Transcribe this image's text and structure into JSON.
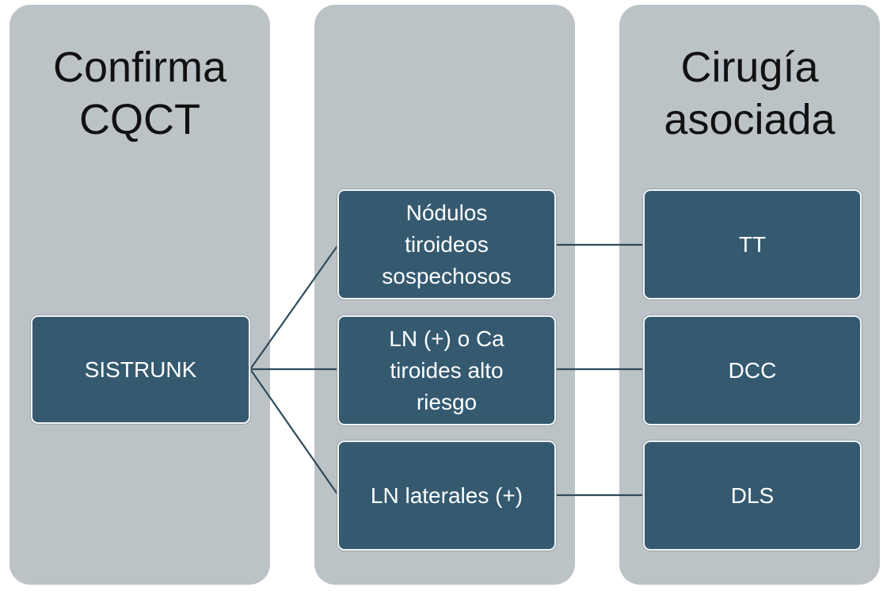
{
  "columns": [
    {
      "title_line1": "Confirma",
      "title_line2": "CQCT"
    },
    {
      "title_line1": "",
      "title_line2": ""
    },
    {
      "title_line1": "Cirugía",
      "title_line2": "asociada"
    }
  ],
  "root": {
    "label": "SISTRUNK"
  },
  "findings": [
    {
      "lines": [
        "Nódulos",
        "tiroideos",
        "sospechosos"
      ]
    },
    {
      "lines": [
        "LN (+) o Ca",
        "tiroides alto",
        "riesgo"
      ]
    },
    {
      "lines": [
        "LN laterales (+)"
      ]
    }
  ],
  "surgeries": [
    {
      "label": "TT"
    },
    {
      "label": "DCC"
    },
    {
      "label": "DLS"
    }
  ],
  "colors": {
    "column_bg": "#bcc3c6",
    "node_bg": "#355a70",
    "connector": "#2f4a5a"
  }
}
